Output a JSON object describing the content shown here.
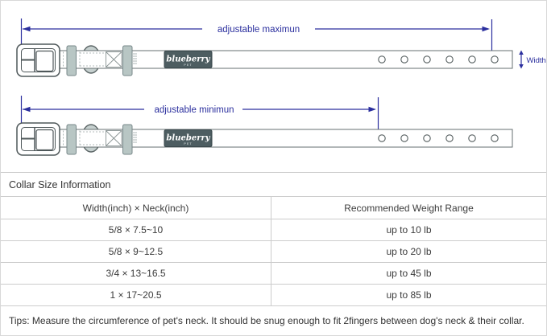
{
  "diagram": {
    "adjustable_max_label": "adjustable maximun",
    "adjustable_min_label": "adjustable minimun",
    "width_label": "Width",
    "brand": {
      "name": "blueberry",
      "sub": "PET"
    }
  },
  "table": {
    "title": "Collar Size Information",
    "col_size": "Width(inch) × Neck(inch)",
    "col_weight": "Recommended Weight Range",
    "rows": [
      {
        "size": "5/8 × 7.5~10",
        "weight": "up to 10 lb"
      },
      {
        "size": "5/8 × 9~12.5",
        "weight": "up to 20 lb"
      },
      {
        "size": "3/4 × 13~16.5",
        "weight": "up to 45 lb"
      },
      {
        "size": "1 × 17~20.5",
        "weight": "up to 85 lb"
      }
    ],
    "tips": "Tips: Measure the circumference of pet's neck. It should be snug enough to fit 2fingers between dog's neck & their collar."
  },
  "colors": {
    "dimension": "#2b2f9e",
    "hardware": "#b8c6c4",
    "label_bg": "#4d5d61",
    "table_border": "#cccccc",
    "outline": "#4f585a"
  }
}
